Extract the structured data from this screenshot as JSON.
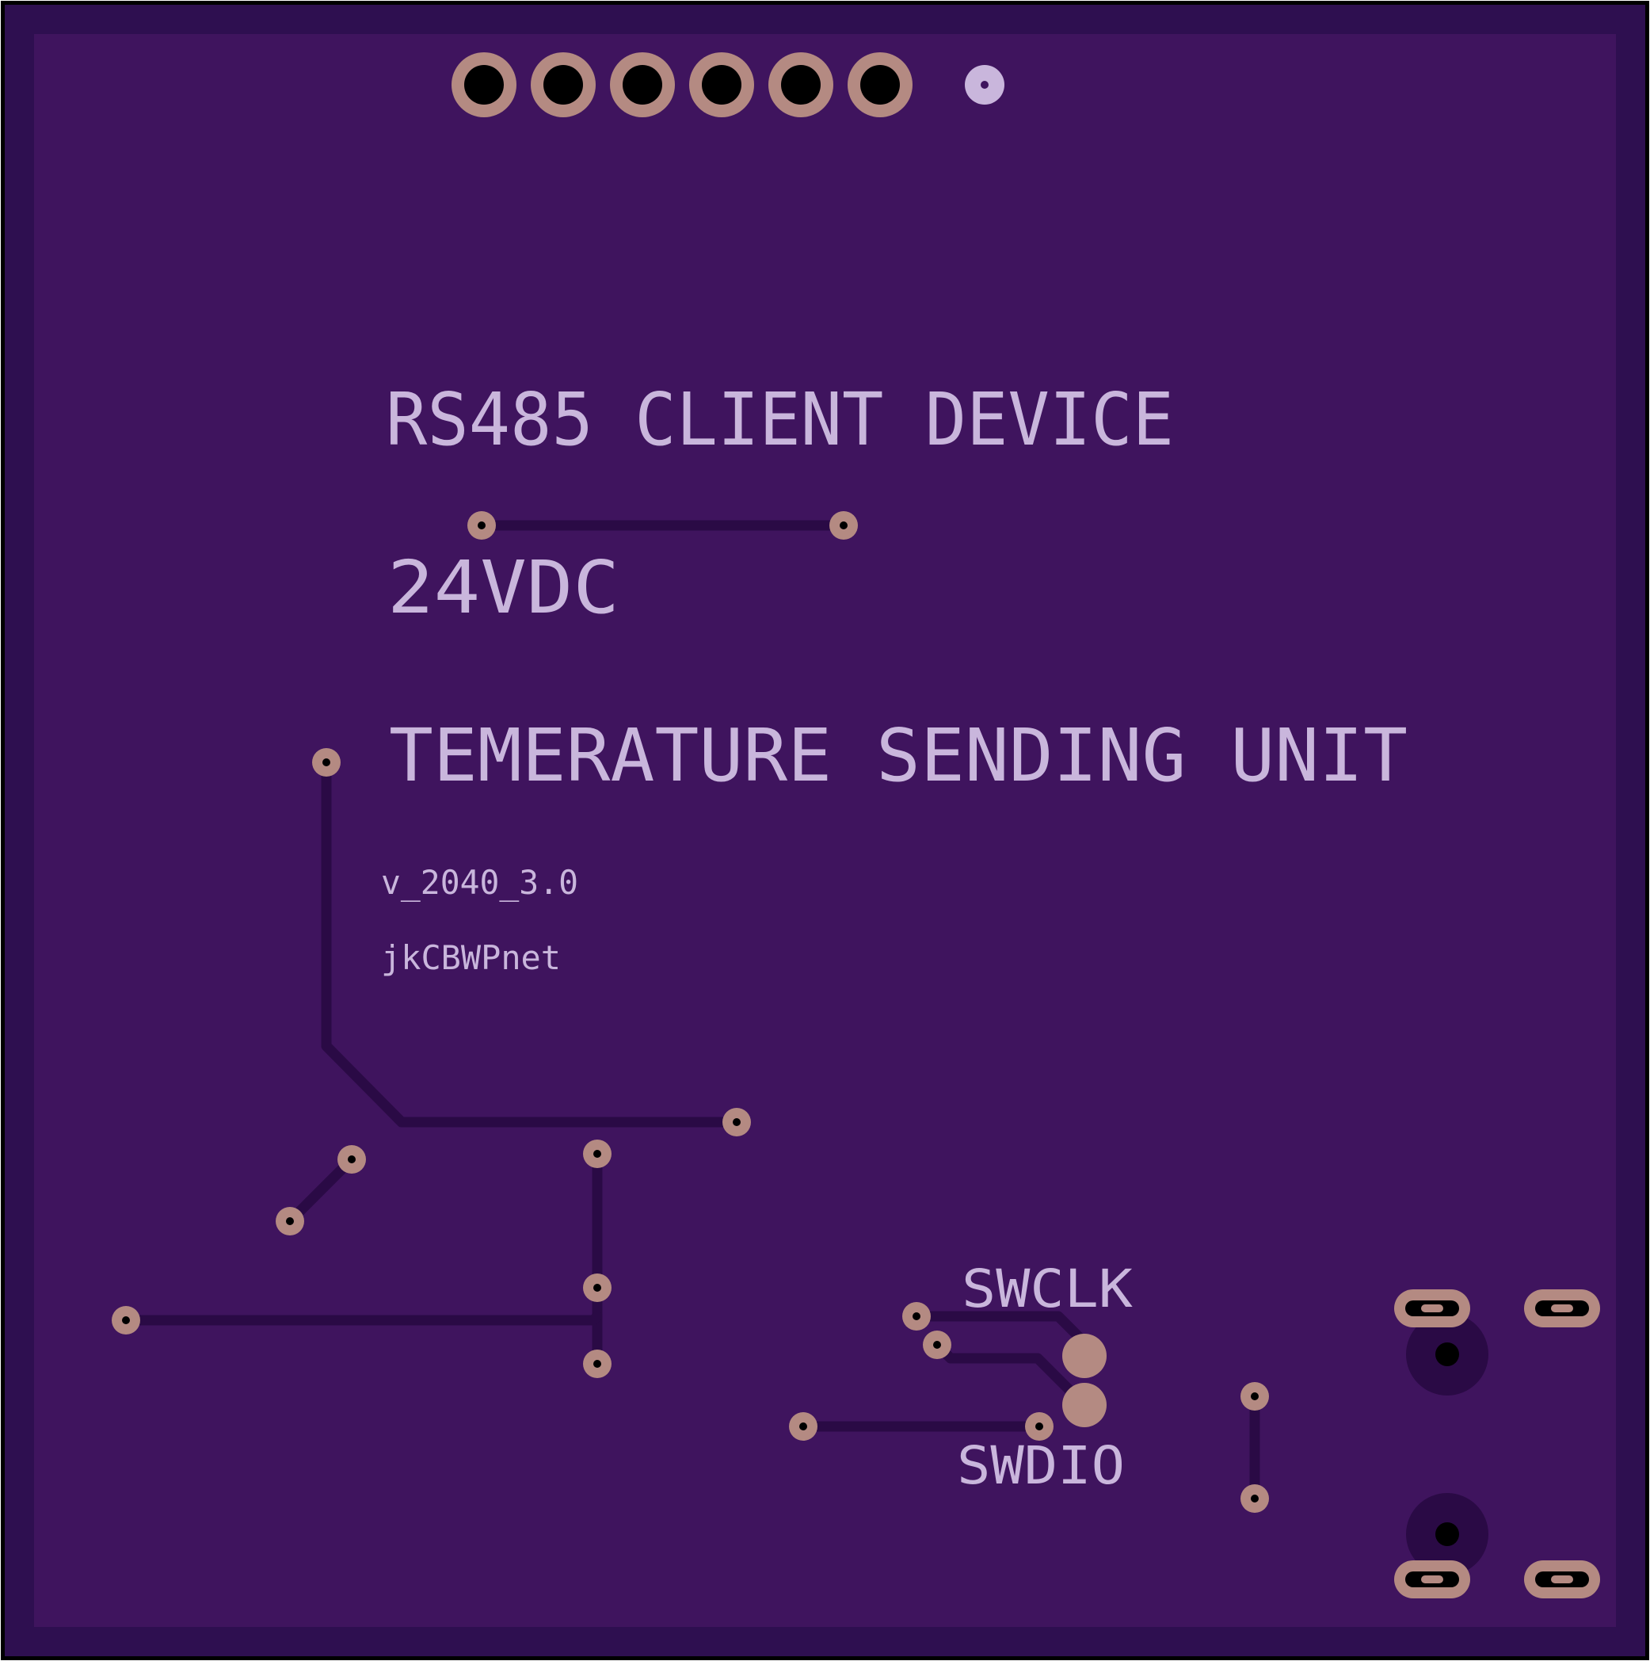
{
  "board": {
    "texts": {
      "title": "RS485 CLIENT DEVICE",
      "voltage": "24VDC",
      "unit": "TEMERATURE SENDING UNIT",
      "version": "v_2040_3.0",
      "author": "jkCBWPnet",
      "swclk": "SWCLK",
      "swdio": "SWDIO"
    },
    "header_pins": 6,
    "colors": {
      "outline": "#000000",
      "edge": "#2e0f50",
      "copper_pour": "#3f145e",
      "trace": "#2a0a45",
      "pad": "#b48a82",
      "drill": "#000000",
      "silkscreen": "#c9b6dc"
    }
  }
}
